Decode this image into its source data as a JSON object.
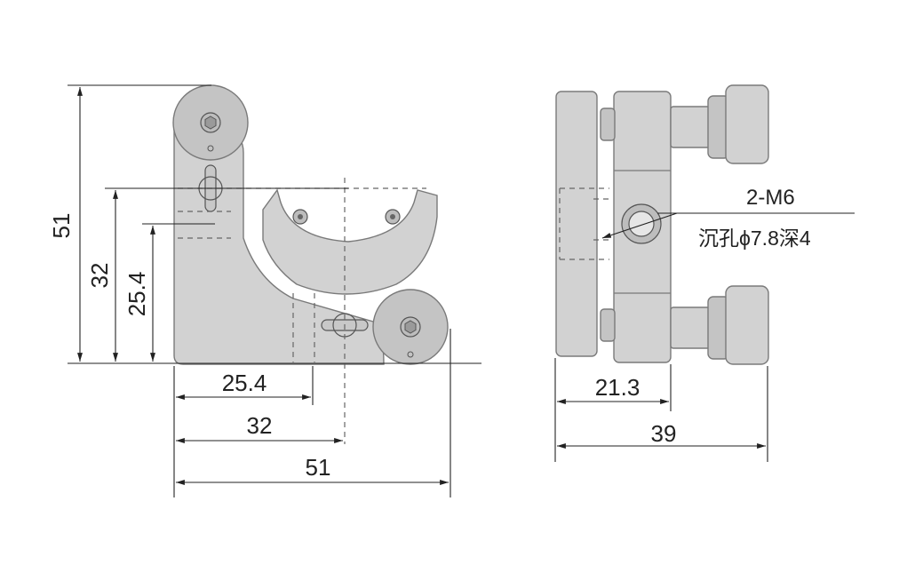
{
  "front_view": {
    "dimensions": {
      "height_total": "51",
      "height_center": "32",
      "height_center_small": "25.4",
      "width_small": "25.4",
      "width_center": "32",
      "width_total": "51"
    }
  },
  "side_view": {
    "dimensions": {
      "depth_partial": "21.3",
      "depth_total": "39"
    },
    "callout": {
      "thread": "2-M6",
      "counterbore": "沉孔ϕ7.8深4"
    }
  },
  "colors": {
    "part_fill": "#d2d2d2",
    "outline": "#7a7a7a",
    "dimension_line": "#222222"
  }
}
